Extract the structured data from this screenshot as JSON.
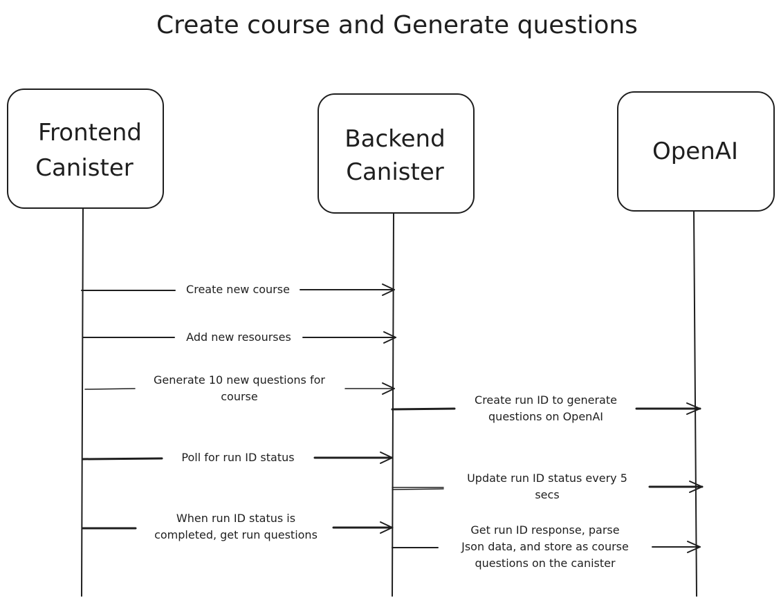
{
  "title": "Create course and Generate questions",
  "participants": [
    {
      "id": "frontend",
      "line1": "Frontend",
      "line2": "Canister"
    },
    {
      "id": "backend",
      "line1": "Backend",
      "line2": "Canister"
    },
    {
      "id": "openai",
      "line1": "OpenAI",
      "line2": ""
    }
  ],
  "messages": [
    {
      "from": "frontend",
      "to": "backend",
      "lines": [
        "Create new course"
      ]
    },
    {
      "from": "frontend",
      "to": "backend",
      "lines": [
        "Add new resourses"
      ]
    },
    {
      "from": "frontend",
      "to": "backend",
      "lines": [
        "Generate 10 new questions for",
        "course"
      ]
    },
    {
      "from": "backend",
      "to": "openai",
      "lines": [
        "Create run ID to generate",
        "questions on OpenAI"
      ]
    },
    {
      "from": "frontend",
      "to": "backend",
      "lines": [
        "Poll for run ID status"
      ]
    },
    {
      "from": "backend",
      "to": "openai",
      "lines": [
        "Update run ID status every 5",
        "secs"
      ]
    },
    {
      "from": "frontend",
      "to": "backend",
      "lines": [
        "When run ID status is",
        "completed, get run questions"
      ]
    },
    {
      "from": "backend",
      "to": "openai",
      "lines": [
        "Get run ID response, parse",
        "Json data, and store as course",
        "questions on the canister"
      ]
    }
  ]
}
